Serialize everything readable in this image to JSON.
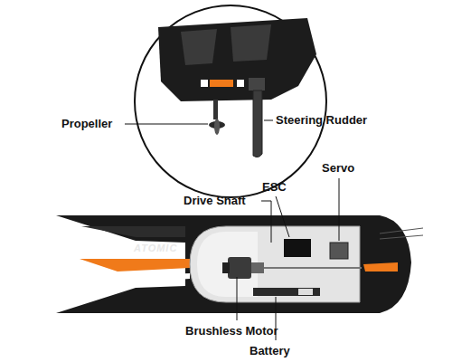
{
  "diagram": {
    "labels": [
      "Propeller",
      "Steering Rudder",
      "Drive Shaft",
      "ESC",
      "Servo",
      "Brushless Motor",
      "Battery",
      "ATOMIC"
    ]
  }
}
